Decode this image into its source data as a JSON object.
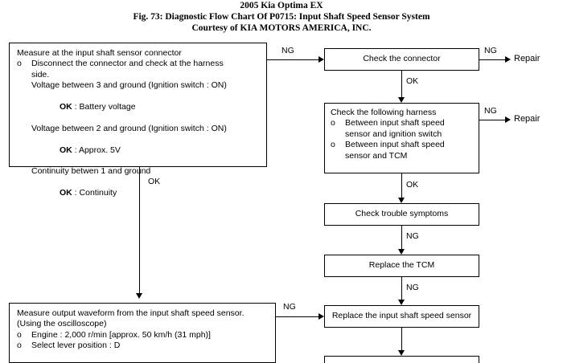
{
  "header": {
    "line1": "2005 Kia Optima EX",
    "line2": "Fig. 73: Diagnostic Flow Chart Of P0715: Input Shaft Speed Sensor System",
    "line3": "Courtesy of KIA MOTORS AMERICA, INC."
  },
  "nodes": {
    "measure_connector": {
      "title": "Measure at the input shaft sensor connector",
      "bullet": "o",
      "lines": [
        "Disconnect the connector and check at the harness",
        "side.",
        "Voltage between 3 and ground (Ignition switch : ON)",
        "OK : Battery voltage",
        "Voltage between 2 and ground (Ignition switch : ON)",
        "OK : Approx. 5V",
        "Continuity betwen 1 and ground",
        "OK : Continuity"
      ],
      "l3_bold": "OK",
      "l3_rest": " : Battery voltage",
      "l5_bold": "OK",
      "l5_rest": " : Approx. 5V",
      "l7_bold": "OK",
      "l7_rest": " : Continuity"
    },
    "check_connector": {
      "label": "Check the connector"
    },
    "check_harness": {
      "title": "Check the following harness",
      "bullet": "o",
      "item1_line1": "Between input shaft speed",
      "item1_line2": "sensor and ignition switch",
      "item2_line1": "Between input shaft speed",
      "item2_line2": "sensor and TCM"
    },
    "check_trouble": {
      "label": "Check trouble symptoms"
    },
    "replace_tcm": {
      "label": "Replace the TCM"
    },
    "replace_sensor": {
      "label": "Replace the input shaft speed sensor"
    },
    "measure_waveform": {
      "line1": "Measure output waveform from the input shaft speed sensor.",
      "line2": "(Using the oscilloscope)",
      "bullet": "o",
      "item1": "Engine : 2,000 r/min [approx. 50 km/h (31 mph)]",
      "item2": "Select lever position : D"
    },
    "bottom_cut": {
      "label": ""
    }
  },
  "edges": {
    "ng1": "NG",
    "ng2": "NG",
    "ng3": "NG",
    "ng4": "NG",
    "ng5": "NG",
    "ng6": "NG",
    "ok1": "OK",
    "ok2": "OK",
    "ok3": "OK"
  },
  "terminals": {
    "repair1": "Repair",
    "repair2": "Repair"
  },
  "colors": {
    "ink": "#000000",
    "paper": "#ffffff"
  }
}
